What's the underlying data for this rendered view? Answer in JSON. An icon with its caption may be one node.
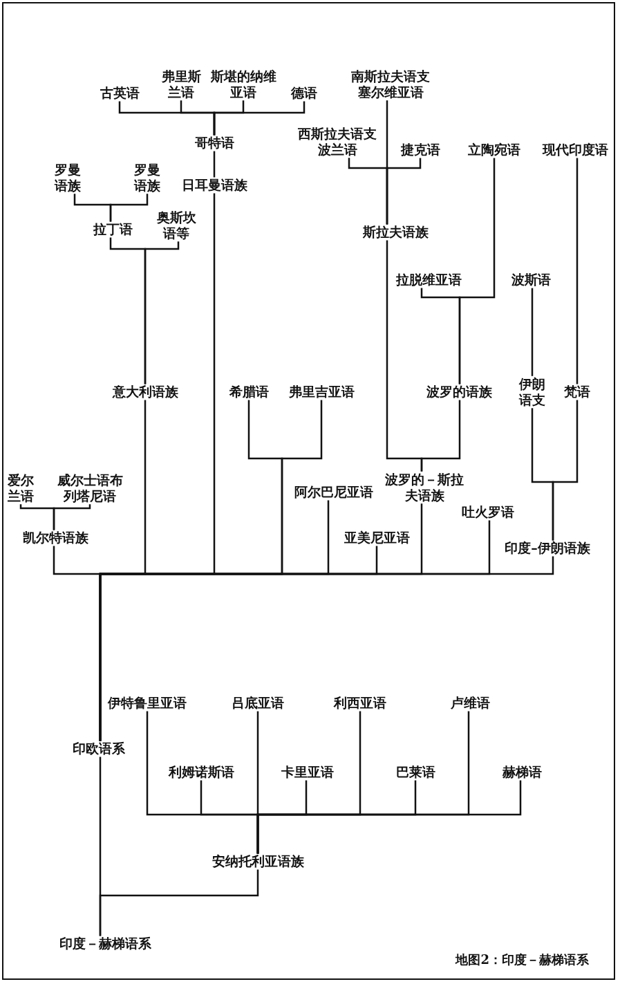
{
  "diagram": {
    "caption": "地图2：印度－赫梯语系",
    "nodes": [
      {
        "text": [
          "古英语"
        ]
      },
      {
        "text": [
          "弗里斯兰语"
        ]
      },
      {
        "text": [
          "斯堪的纳维亚语"
        ]
      },
      {
        "text": [
          "德语"
        ]
      },
      {
        "text": [
          "南斯拉夫语支",
          "塞尔维亚语"
        ]
      },
      {
        "text": [
          "哥特语"
        ]
      },
      {
        "text": [
          "西斯拉夫语支",
          "波兰语"
        ]
      },
      {
        "text": [
          "捷克语"
        ]
      },
      {
        "text": [
          "立陶宛语"
        ]
      },
      {
        "text": [
          "现代印度语"
        ]
      },
      {
        "text": [
          "罗曼语族"
        ]
      },
      {
        "text": [
          "罗曼语族"
        ]
      },
      {
        "text": [
          "日耳曼语族"
        ]
      },
      {
        "text": [
          "拉丁语"
        ]
      },
      {
        "text": [
          "奥斯坎语等"
        ]
      },
      {
        "text": [
          "斯拉夫语族"
        ]
      },
      {
        "text": [
          "拉脱维亚语"
        ]
      },
      {
        "text": [
          "波斯语"
        ]
      },
      {
        "text": [
          "意大利语族"
        ]
      },
      {
        "text": [
          "希腊语"
        ]
      },
      {
        "text": [
          "弗里吉亚语"
        ]
      },
      {
        "text": [
          "波罗的语族"
        ]
      },
      {
        "text": [
          "伊朗语支"
        ]
      },
      {
        "text": [
          "梵语"
        ]
      },
      {
        "text": [
          "爱尔兰语"
        ]
      },
      {
        "text": [
          "威尔士语布列塔尼语"
        ]
      },
      {
        "text": [
          "阿尔巴尼亚语"
        ]
      },
      {
        "text": [
          "波罗的－斯拉夫语族"
        ]
      },
      {
        "text": [
          "吐火罗语"
        ]
      },
      {
        "text": [
          "凯尔特语族"
        ]
      },
      {
        "text": [
          "亚美尼亚语"
        ]
      },
      {
        "text": [
          "印度–伊朗语族"
        ]
      },
      {
        "text": [
          "伊特鲁里亚语"
        ]
      },
      {
        "text": [
          "吕底亚语"
        ]
      },
      {
        "text": [
          "利西亚语"
        ]
      },
      {
        "text": [
          "卢维语"
        ]
      },
      {
        "text": [
          "印欧语系"
        ]
      },
      {
        "text": [
          "利姆诺斯语"
        ]
      },
      {
        "text": [
          "卡里亚语"
        ]
      },
      {
        "text": [
          "巴莱语"
        ]
      },
      {
        "text": [
          "赫梯语"
        ]
      },
      {
        "text": [
          "安纳托利亚语族"
        ]
      },
      {
        "text": [
          "印度－赫梯语系"
        ]
      }
    ],
    "edges": [
      {
        "from": 42,
        "to": 36,
        "arrow": "none"
      },
      {
        "from": 42,
        "to": 41,
        "arrow": "none"
      },
      {
        "from": 36,
        "to": 29,
        "arrow": "none"
      },
      {
        "from": 36,
        "to": 18,
        "arrow": "none"
      },
      {
        "from": 36,
        "to": 12,
        "arrow": "none"
      },
      {
        "from": 36,
        "to": 19,
        "arrow": "none"
      },
      {
        "from": 36,
        "to": 20,
        "arrow": "none"
      },
      {
        "from": 36,
        "to": 26,
        "arrow": "none"
      },
      {
        "from": 36,
        "to": 30,
        "arrow": "none"
      },
      {
        "from": 36,
        "to": 27,
        "arrow": "none"
      },
      {
        "from": 36,
        "to": 28,
        "arrow": "none"
      },
      {
        "from": 36,
        "to": 31,
        "arrow": "none"
      },
      {
        "from": 29,
        "to": 24,
        "arrow": "none"
      },
      {
        "from": 29,
        "to": 25,
        "arrow": "none"
      },
      {
        "from": 18,
        "to": 13,
        "arrow": "none"
      },
      {
        "from": 18,
        "to": 14,
        "arrow": "none"
      },
      {
        "from": 13,
        "to": 10,
        "arrow": "none"
      },
      {
        "from": 13,
        "to": 11,
        "arrow": "none"
      },
      {
        "from": 12,
        "to": 5,
        "arrow": "none"
      },
      {
        "from": 5,
        "to": 0,
        "arrow": "none"
      },
      {
        "from": 5,
        "to": 1,
        "arrow": "none"
      },
      {
        "from": 5,
        "to": 2,
        "arrow": "none"
      },
      {
        "from": 5,
        "to": 3,
        "arrow": "none"
      },
      {
        "from": 27,
        "to": 15,
        "arrow": "none"
      },
      {
        "from": 27,
        "to": 21,
        "arrow": "none"
      },
      {
        "from": 15,
        "to": 6,
        "arrow": "none"
      },
      {
        "from": 15,
        "to": 7,
        "arrow": "none"
      },
      {
        "from": 15,
        "to": 4,
        "arrow": "none"
      },
      {
        "from": 21,
        "to": 16,
        "arrow": "none"
      },
      {
        "from": 21,
        "to": 8,
        "arrow": "none"
      },
      {
        "from": 31,
        "to": 22,
        "arrow": "none"
      },
      {
        "from": 31,
        "to": 23,
        "arrow": "none"
      },
      {
        "from": 22,
        "to": 17,
        "arrow": "none"
      },
      {
        "from": 23,
        "to": 9,
        "arrow": "none"
      },
      {
        "from": 41,
        "to": 32,
        "arrow": "none"
      },
      {
        "from": 41,
        "to": 37,
        "arrow": "none"
      },
      {
        "from": 41,
        "to": 33,
        "arrow": "none"
      },
      {
        "from": 41,
        "to": 38,
        "arrow": "none"
      },
      {
        "from": 41,
        "to": 34,
        "arrow": "none"
      },
      {
        "from": 41,
        "to": 39,
        "arrow": "none"
      },
      {
        "from": 41,
        "to": 35,
        "arrow": "none"
      },
      {
        "from": 41,
        "to": 40,
        "arrow": "none"
      }
    ]
  }
}
